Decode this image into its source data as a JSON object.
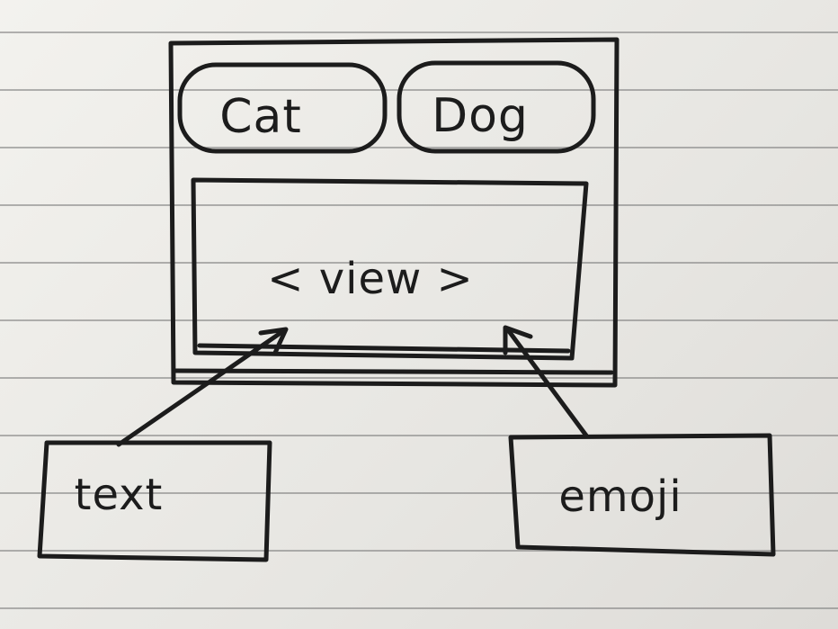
{
  "tabs": [
    {
      "label": "Cat"
    },
    {
      "label": "Dog"
    }
  ],
  "view": {
    "label": "< view >"
  },
  "boxes": {
    "text": {
      "label": "text"
    },
    "emoji": {
      "label": "emoji"
    }
  },
  "colors": {
    "ink": "#1c1c1c",
    "paper": "#efeeea",
    "rule": "#8a8a8a"
  }
}
